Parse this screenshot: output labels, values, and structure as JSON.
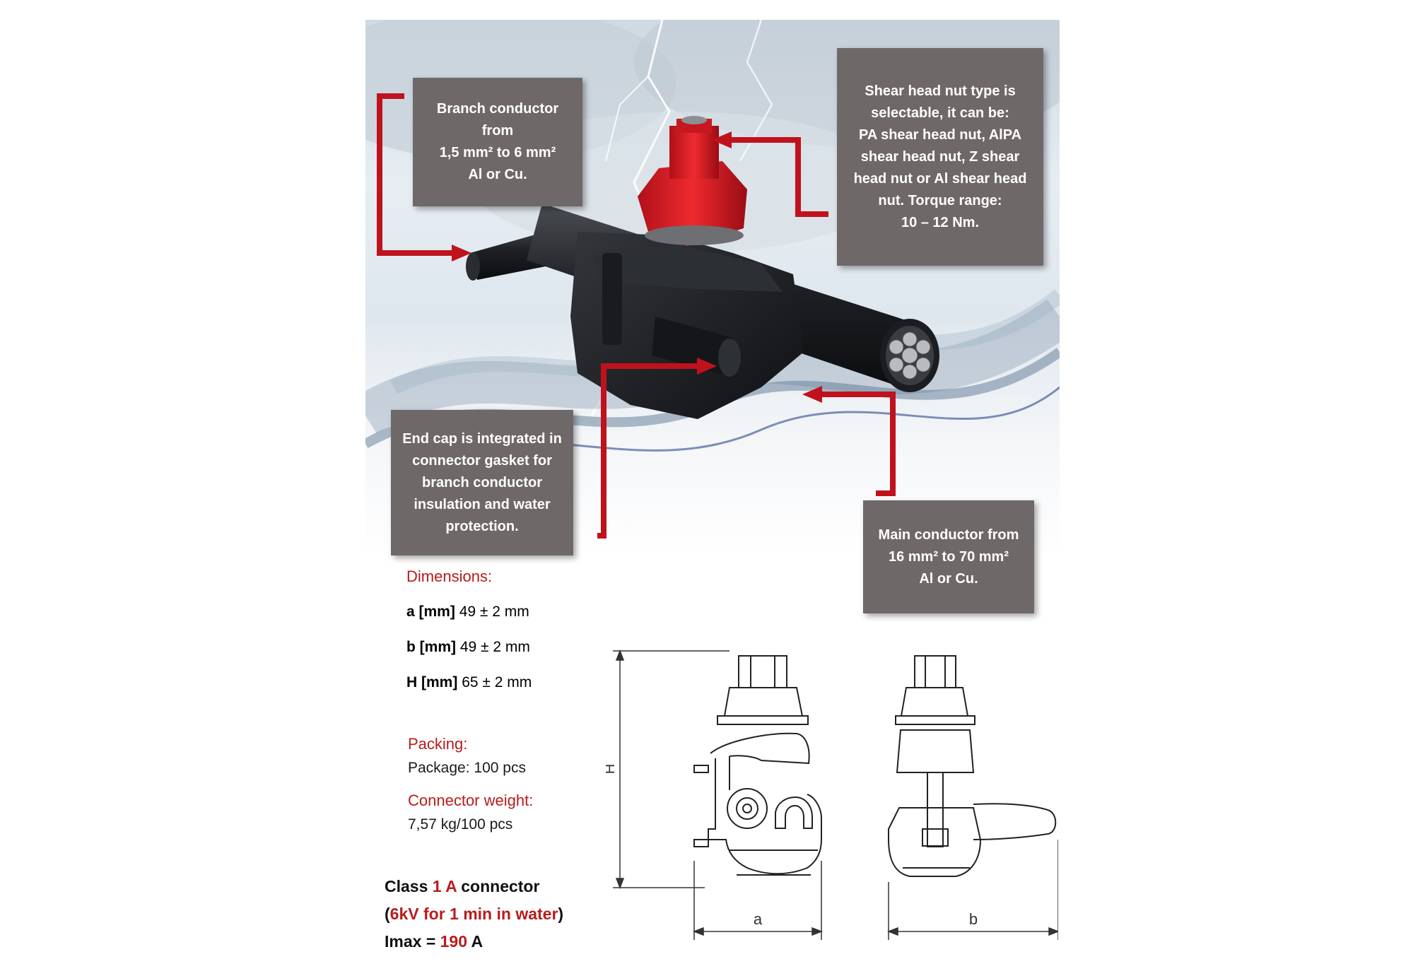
{
  "callouts": {
    "branch": {
      "line1": "Branch conductor",
      "line2": "from",
      "line3": "1,5 mm² to 6 mm²",
      "line4": "Al or Cu."
    },
    "shear": {
      "line1": "Shear head nut type is",
      "line2": "selectable, it can be:",
      "line3": "PA shear head nut, AlPA",
      "line4": "shear head nut, Z shear",
      "line5": "head nut or Al shear head",
      "line6": "nut. Torque range:",
      "line7": "10 – 12 Nm."
    },
    "endcap": {
      "line1": "End cap is integrated in",
      "line2": "connector gasket for",
      "line3": "branch conductor",
      "line4": "insulation and water",
      "line5": "protection."
    },
    "main": {
      "line1": "Main conductor from",
      "line2": "16 mm² to 70 mm²",
      "line3": "Al or Cu."
    }
  },
  "dimensions": {
    "title": "Dimensions:",
    "rows": [
      {
        "label": "a [mm]",
        "value": "49 ± 2 mm"
      },
      {
        "label": "b [mm]",
        "value": "49 ± 2 mm"
      },
      {
        "label": "H [mm]",
        "value": "65 ± 2 mm"
      }
    ]
  },
  "packing": {
    "title": "Packing:",
    "package": "Package: 100 pcs",
    "weight_title": "Connector weight:",
    "weight": "7,57 kg/100 pcs"
  },
  "rating": {
    "class_pre": "Class ",
    "class_value": "1 A",
    "class_post": " connector",
    "test_open": "(",
    "test_value": "6kV for 1 min in water",
    "test_close": ")",
    "imax_pre": "Imax = ",
    "imax_value": "190",
    "imax_unit": " A"
  },
  "drawing_labels": {
    "height": "H",
    "width_a": "a",
    "width_b": "b"
  },
  "colors": {
    "accent_red": "#b81c1c",
    "callout_bg": "#6e6868",
    "arrow_red": "#c0121c"
  }
}
